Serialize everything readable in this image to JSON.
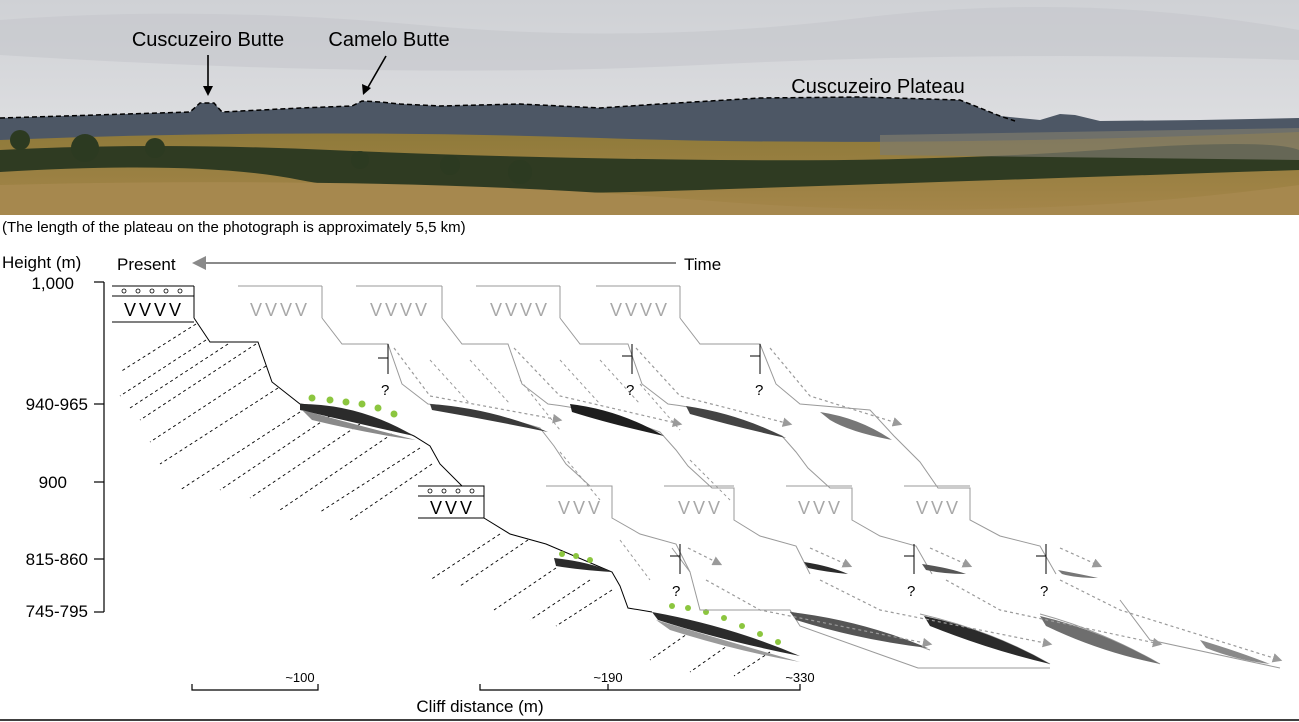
{
  "photo": {
    "labels": {
      "cuscuzeiro_butte": "Cuscuzeiro Butte",
      "camelo_butte": "Camelo Butte",
      "cuscuzeiro_plateau": "Cuscuzeiro Plateau"
    },
    "caption": "(The length of the plateau on the photograph is approximately 5,5 km)",
    "colors": {
      "sky": "#d9dadd",
      "hills": "#4d5765",
      "field": "#9a7f3c",
      "forest": "#2f3b22"
    }
  },
  "diagram": {
    "height_axis_label": "Height (m)",
    "height_ticks": [
      "1,000",
      "940-965",
      "900",
      "815-860",
      "745-795"
    ],
    "time_arrow": {
      "present": "Present",
      "time": "Time"
    },
    "question_mark": "?",
    "basalt_symbol_top": "VVVV",
    "basalt_symbol_lower": "VVV",
    "distance_axis_label": "Cliff distance (m)",
    "distance_ticks": [
      "~100",
      "~190",
      "~330"
    ],
    "colors": {
      "present_line": "#000000",
      "past_line": "#9a9a9a",
      "arrow": "#9a9a9a",
      "deposit_dark": "#2b2b2b",
      "deposit_mid": "#6e6e6e",
      "deposit_light": "#c8c8c8",
      "vegetation": "#8cc63f"
    }
  }
}
